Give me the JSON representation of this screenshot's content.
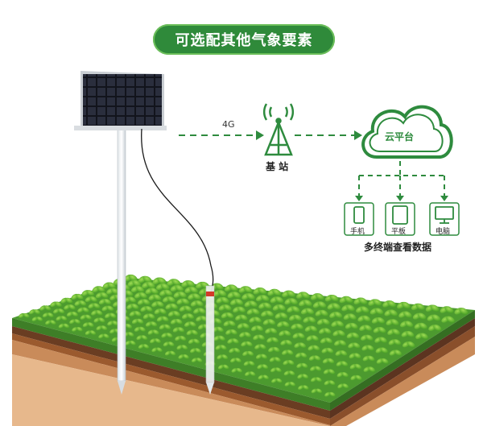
{
  "title": "可选配其他气象要素",
  "link_label": "4G",
  "base_station_label": "基 站",
  "cloud_label": "云平台",
  "devices": [
    {
      "name": "phone",
      "label": "手机"
    },
    {
      "name": "tablet",
      "label": "平板"
    },
    {
      "name": "computer",
      "label": "电脑"
    }
  ],
  "terminals_label": "多终端查看数据",
  "colors": {
    "brand_green": "#2f8a3a",
    "dashed_green": "#2e8b3e",
    "grass": "#4a8f2e",
    "soil_top": "#7a4a2a",
    "soil_bottom": "#e7b88c"
  }
}
